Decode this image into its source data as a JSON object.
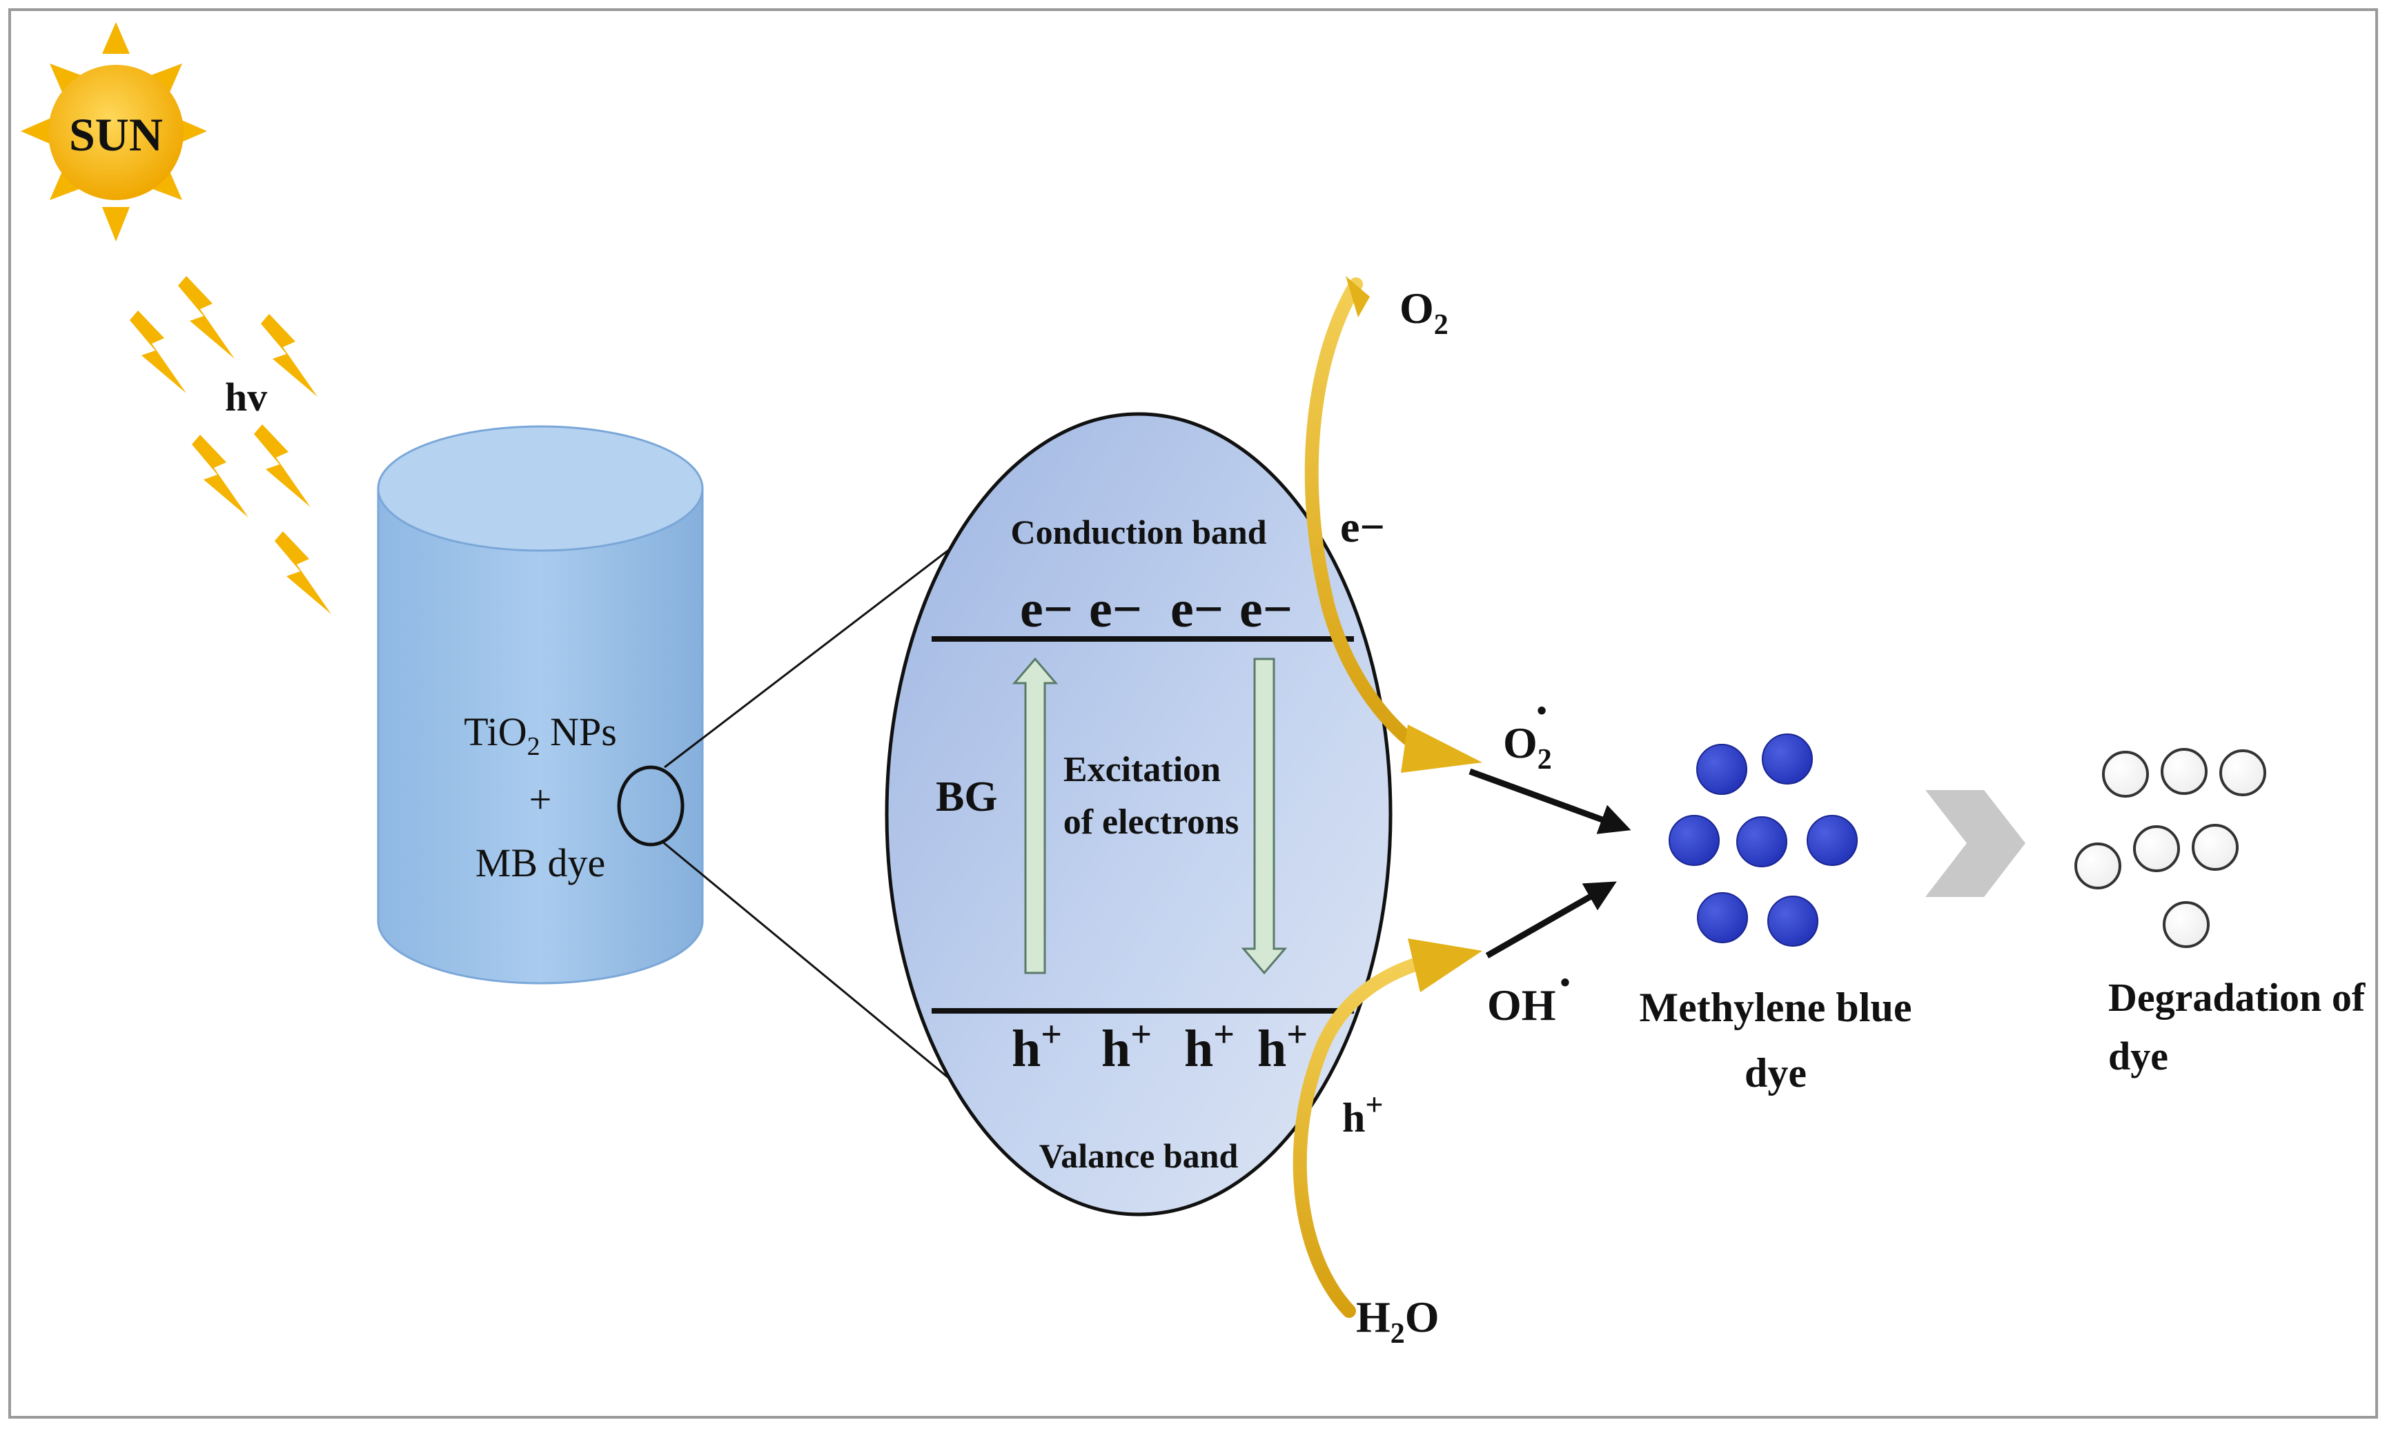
{
  "sun": {
    "label": "SUN"
  },
  "light": {
    "label": "hv"
  },
  "reactor": {
    "line1_main": "TiO",
    "line1_sub": "2",
    "line1_tail": " NPs",
    "line2": "+",
    "line3": "MB dye"
  },
  "band": {
    "conduction": "Conduction band",
    "valance": "Valance band",
    "gap": "BG",
    "excitation_line1": "Excitation",
    "excitation_line2": "of electrons",
    "electrons": [
      "e−",
      "e−",
      "e−",
      "e−"
    ],
    "holes": [
      "h",
      "h",
      "h",
      "h"
    ],
    "hole_sup": "+"
  },
  "species": {
    "o2_main": "O",
    "o2_sub": "2",
    "electron_out": "e−",
    "superoxide_main": "O",
    "superoxide_sub": "2",
    "radical_dot": "•",
    "hydroxyl_main": "OH",
    "hole_out_main": "h",
    "hole_out_sup": "+",
    "water_main": "H",
    "water_sub": "2",
    "water_tail": "O"
  },
  "dye": {
    "line1": "Methylene blue",
    "line2": "dye"
  },
  "degradation": {
    "line1": "Degradation of",
    "line2": "dye"
  },
  "colors": {
    "sun": "#f4b400",
    "cylinder": "#9dc3e6",
    "ellipse": "#b4c7e7",
    "curve_arrow": "#e3b21a",
    "dye_particle": "#3344cc",
    "process_chevron": "#c8c8c8",
    "band_arrow": "#d5e8d4"
  }
}
